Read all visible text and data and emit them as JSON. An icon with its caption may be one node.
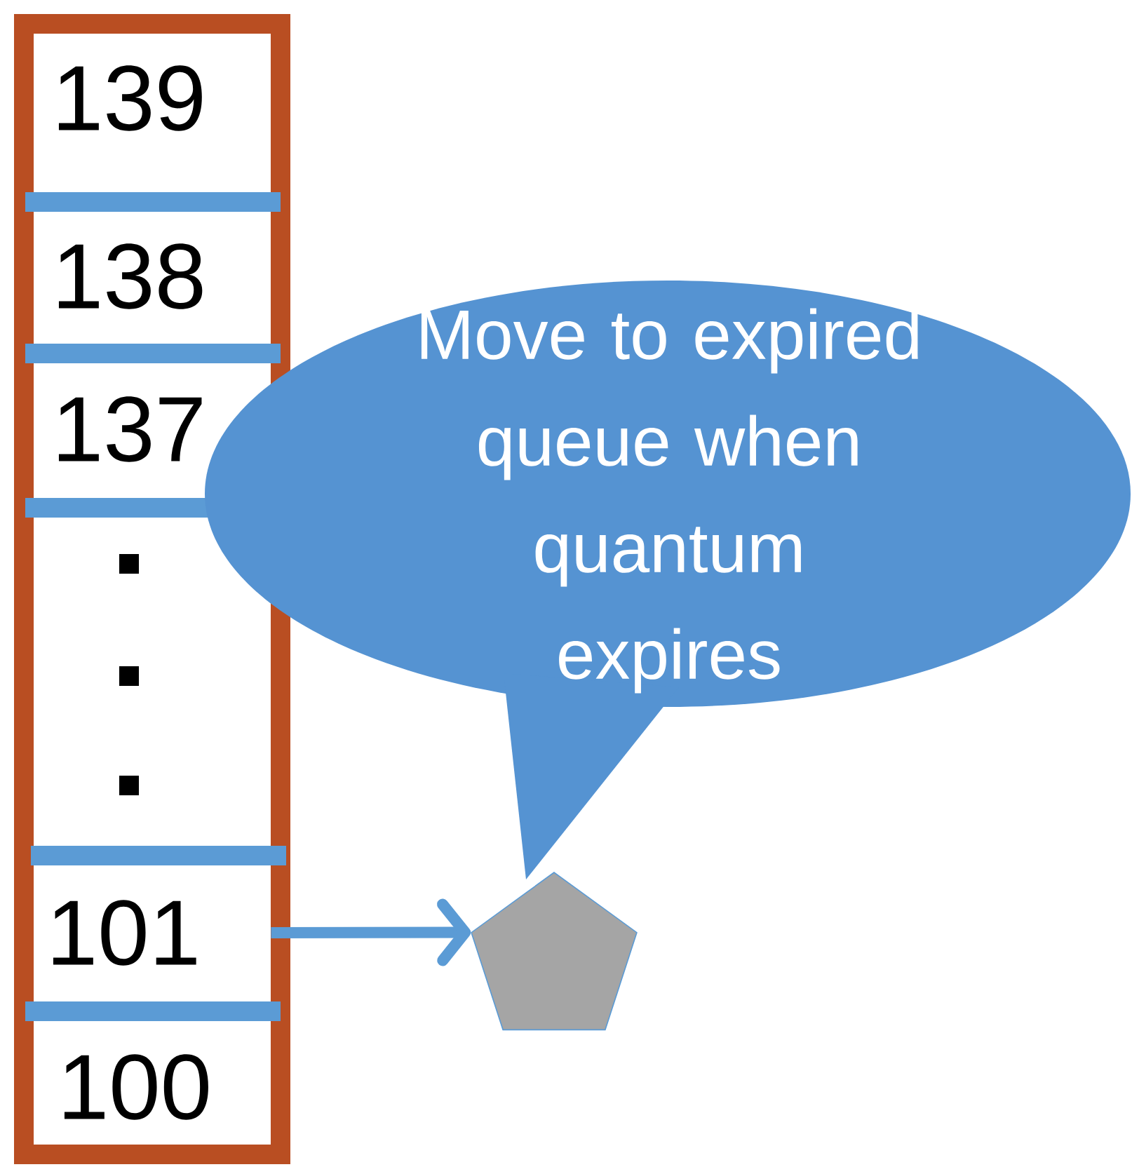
{
  "diagram": {
    "nodes": [
      {
        "text": [],
        "shape": "box"
      },
      {
        "text": [
          "139"
        ],
        "in": 0
      },
      {
        "text": [
          "138"
        ],
        "in": 0
      },
      {
        "text": [
          "137"
        ],
        "in": 0
      },
      {
        "text": [
          "101"
        ],
        "in": 0
      },
      {
        "text": [
          "100"
        ],
        "in": 0
      },
      {
        "text": [
          "Move to expired queue when quantum expires"
        ]
      },
      {
        "text": [],
        "shape": "pentagon"
      }
    ],
    "edges": [
      {
        "from": 4,
        "to": 7,
        "arrow": "to",
        "color": "#5b9bd5"
      }
    ]
  }
}
